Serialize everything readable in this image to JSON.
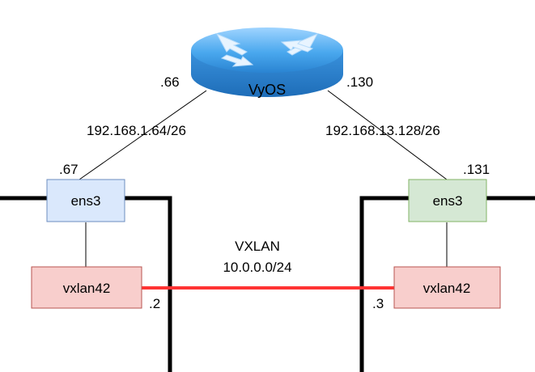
{
  "router": {
    "label": "VyOS",
    "icon": "router-icon"
  },
  "left": {
    "router_side_ip": ".66",
    "subnet": "192.168.1.64/26",
    "host_side_ip": ".67",
    "interface": "ens3",
    "vxlan_interface": "vxlan42",
    "vxlan_ip": ".2"
  },
  "right": {
    "router_side_ip": ".130",
    "subnet": "192.168.13.128/26",
    "host_side_ip": ".131",
    "interface": "ens3",
    "vxlan_interface": "vxlan42",
    "vxlan_ip": ".3"
  },
  "tunnel": {
    "name": "VXLAN",
    "subnet": "10.0.0.0/24"
  },
  "colors": {
    "interface_left_fill": "#dae8fc",
    "interface_left_stroke": "#6c8ebf",
    "interface_right_fill": "#d5e8d4",
    "interface_right_stroke": "#82b366",
    "vxlan_fill": "#f8cecc",
    "vxlan_stroke": "#b85450",
    "tunnel_line": "#ff3333",
    "router_blue": "#2f8fdc"
  }
}
